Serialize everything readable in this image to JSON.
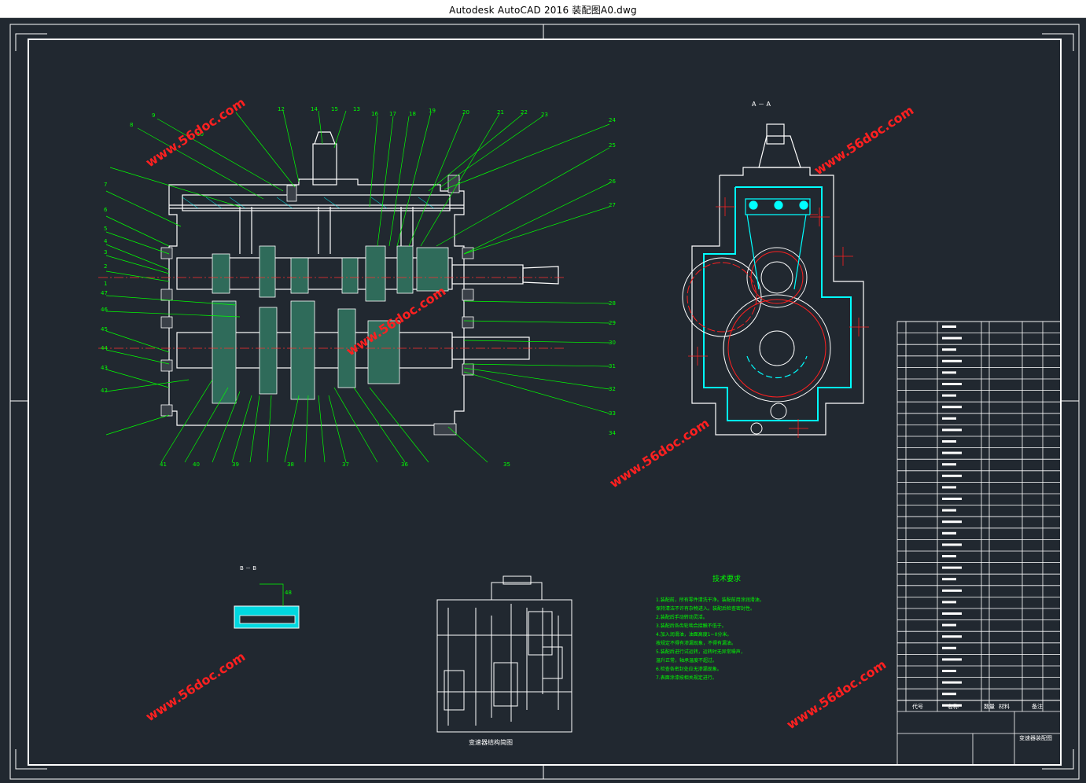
{
  "window": {
    "title": "Autodesk AutoCAD 2016     装配图A0.dwg"
  },
  "drawing": {
    "section_view_label": "A － A",
    "detail_view_label": "B － B",
    "watermark": "www.56doc.com",
    "tech_requirements": {
      "title": "技术要求",
      "lines": [
        "1.装配前，所有零件清洗干净。装配前用涂润滑油，",
        "  保持清洁不许有杂物进入。装配后检查密封性。",
        "2.装配后手动转动灵活。",
        "3.装配后各齿轮啮合接触不低于。",
        "4.加入润滑油，油面高度1~0分米。",
        "  按规定不得有渗漏现象，不得有漏油。",
        "5.装配后进行试运转，运转时无异常噪声，",
        "  温升正常，轴承温度不超过。",
        "6.检查各密封处应无渗漏现象。",
        "7.表面涂漆按相关规定进行。"
      ]
    },
    "schematic_caption": "变速器结构简图",
    "title_block": {
      "headers": [
        "代号",
        "名称",
        "数量",
        "材料",
        "备注"
      ],
      "drawing_name": "变速器装配图"
    },
    "balloons_top": [
      "9",
      "8",
      "10",
      "12",
      "14",
      "15",
      "13",
      "16",
      "17",
      "18",
      "19",
      "20",
      "21",
      "22",
      "23",
      "24"
    ],
    "balloons_left": [
      "7",
      "6",
      "5",
      "4",
      "3",
      "2",
      "1",
      "47",
      "46",
      "45",
      "44",
      "43",
      "42"
    ],
    "balloons_right": [
      "25",
      "26",
      "27",
      "28",
      "29",
      "30",
      "31",
      "32",
      "33",
      "34"
    ],
    "balloons_bottom": [
      "41",
      "40",
      "39",
      "38",
      "37",
      "36",
      "35"
    ],
    "detail_balloon": "48"
  },
  "colors": {
    "background": "#212830",
    "lines": "#ffffff",
    "annotations": "#00ff00",
    "hatch": "#00ffff",
    "centerline": "#ff0000",
    "watermark": "#ff2020"
  }
}
